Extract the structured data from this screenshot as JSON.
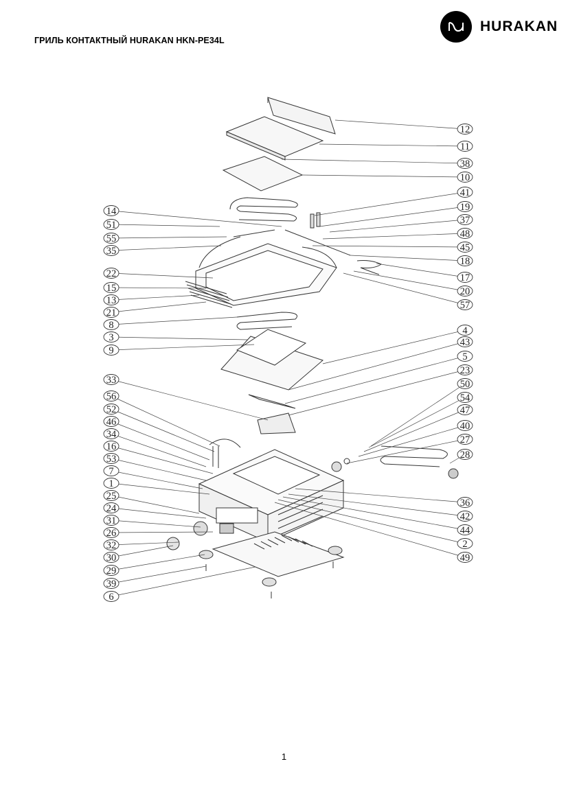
{
  "header": {
    "title": "ГРИЛЬ КОНТАКТНЫЙ HURAKAN HKN-PE34L",
    "logo_text": "HURAKAN",
    "logo_icon": "hurakan-wave-icon"
  },
  "colors": {
    "ink": "#222222",
    "logo": "#000000"
  },
  "diagram": {
    "left_callouts": [
      "14",
      "51",
      "55",
      "35",
      "22",
      "15",
      "13",
      "21",
      "8",
      "3",
      "9",
      "33",
      "56",
      "52",
      "46",
      "34",
      "16",
      "53",
      "7",
      "1",
      "25",
      "24",
      "31",
      "26",
      "32",
      "30",
      "29",
      "39",
      "6"
    ],
    "right_callouts": [
      "12",
      "11",
      "38",
      "10",
      "41",
      "19",
      "37",
      "48",
      "45",
      "18",
      "17",
      "20",
      "57",
      "4",
      "43",
      "5",
      "23",
      "50",
      "54",
      "47",
      "40",
      "27",
      "28",
      "36",
      "42",
      "44",
      "2",
      "49"
    ]
  },
  "footer": {
    "page_number": "1"
  }
}
